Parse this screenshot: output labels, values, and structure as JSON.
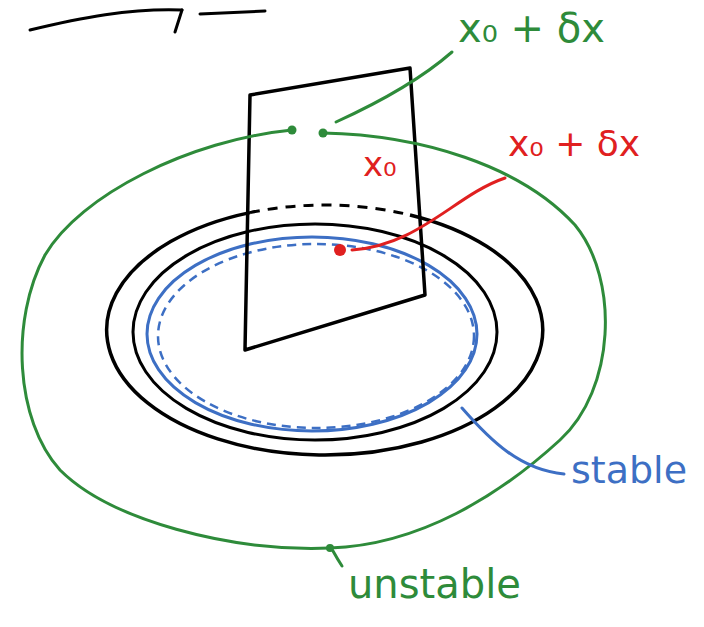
{
  "diagram": {
    "labels": [
      "x₀ + δx",
      "x₀",
      "x₀ + δx",
      "stable",
      "unstable"
    ]
  }
}
